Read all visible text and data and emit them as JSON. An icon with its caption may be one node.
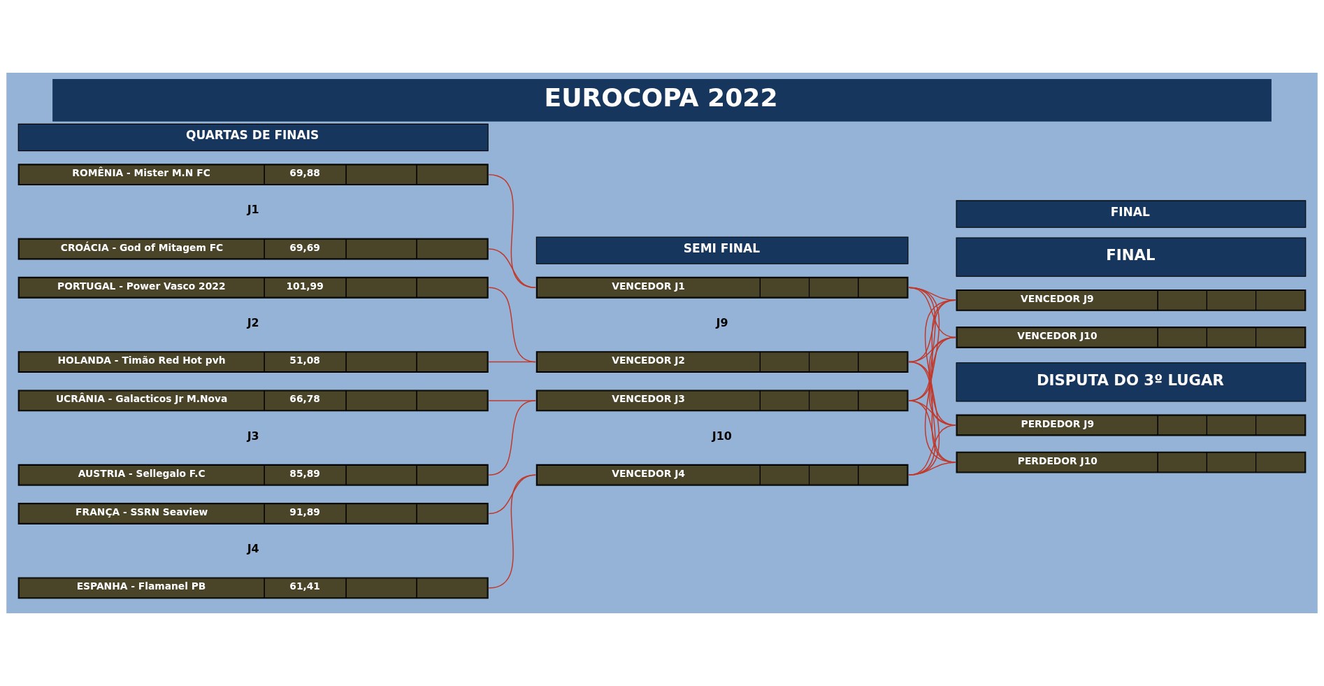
{
  "diagram": {
    "title": "EUROCOPA 2022",
    "nodes": [
      {
        "text": [
          "QUARTAS DE FINAIS"
        ]
      },
      {
        "text": [
          "SEMI FINAL"
        ]
      },
      {
        "text": [
          "FINAL"
        ]
      },
      {
        "text": [
          "ROMÊNIA - Mister M.N FC",
          "69,88"
        ]
      },
      {
        "text": [
          "CROÁCIA - God of Mitagem FC",
          "69,69"
        ]
      },
      {
        "text": [
          "PORTUGAL - Power Vasco 2022",
          "101,99"
        ]
      },
      {
        "text": [
          "HOLANDA - Timão Red Hot pvh",
          "51,08"
        ]
      },
      {
        "text": [
          "UCRÂNIA - Galacticos Jr M.Nova",
          "66,78"
        ]
      },
      {
        "text": [
          "AUSTRIA - Sellegalo F.C",
          "85,89"
        ]
      },
      {
        "text": [
          "FRANÇA - SSRN Seaview",
          "91,89"
        ]
      },
      {
        "text": [
          "ESPANHA - Flamanel PB",
          "61,41"
        ]
      },
      {
        "text": [
          "VENCEDOR J1"
        ]
      },
      {
        "text": [
          "VENCEDOR J2"
        ]
      },
      {
        "text": [
          "VENCEDOR J3"
        ]
      },
      {
        "text": [
          "VENCEDOR J4"
        ]
      },
      {
        "text": [
          "FINAL"
        ]
      },
      {
        "text": [
          "VENCEDOR J9"
        ]
      },
      {
        "text": [
          "VENCEDOR J10"
        ]
      },
      {
        "text": [
          "DISPUTA DO 3º LUGAR"
        ]
      },
      {
        "text": [
          "PERDEDOR J9"
        ]
      },
      {
        "text": [
          "PERDEDOR J10"
        ]
      }
    ],
    "edges": [
      {
        "from": 3,
        "to": 11,
        "arrow": "none"
      },
      {
        "from": 4,
        "to": 11,
        "arrow": "none"
      },
      {
        "from": 5,
        "to": 12,
        "arrow": "none"
      },
      {
        "from": 6,
        "to": 12,
        "arrow": "none"
      },
      {
        "from": 7,
        "to": 13,
        "arrow": "none"
      },
      {
        "from": 8,
        "to": 13,
        "arrow": "none"
      },
      {
        "from": 9,
        "to": 14,
        "arrow": "none"
      },
      {
        "from": 10,
        "to": 14,
        "arrow": "none"
      },
      {
        "from": 11,
        "to": 16,
        "arrow": "none"
      },
      {
        "from": 11,
        "to": 17,
        "arrow": "none"
      },
      {
        "from": 11,
        "to": 19,
        "arrow": "none"
      },
      {
        "from": 11,
        "to": 20,
        "arrow": "none"
      },
      {
        "from": 12,
        "to": 16,
        "arrow": "none"
      },
      {
        "from": 12,
        "to": 17,
        "arrow": "none"
      },
      {
        "from": 12,
        "to": 19,
        "arrow": "none"
      },
      {
        "from": 12,
        "to": 20,
        "arrow": "none"
      },
      {
        "from": 13,
        "to": 16,
        "arrow": "none"
      },
      {
        "from": 13,
        "to": 17,
        "arrow": "none"
      },
      {
        "from": 13,
        "to": 19,
        "arrow": "none"
      },
      {
        "from": 13,
        "to": 20,
        "arrow": "none"
      },
      {
        "from": 14,
        "to": 16,
        "arrow": "none"
      },
      {
        "from": 14,
        "to": 17,
        "arrow": "none"
      },
      {
        "from": 14,
        "to": 19,
        "arrow": "none"
      },
      {
        "from": 14,
        "to": 20,
        "arrow": "none"
      }
    ],
    "labels": [
      "J1",
      "J2",
      "J3",
      "J4",
      "J9",
      "J10"
    ]
  }
}
